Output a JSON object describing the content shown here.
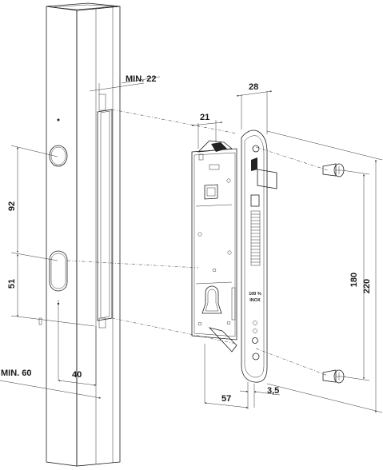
{
  "dimensions": {
    "min_22": "MIN. 22",
    "d28": "28",
    "d21": "21",
    "d92": "92",
    "d51": "51",
    "d180": "180",
    "d220": "220",
    "min_60": "MIN. 60",
    "d40": "40",
    "d57": "57",
    "d3_5": "3,5"
  },
  "faceplate_marking": {
    "line1": "100 %",
    "line2": "INOX"
  },
  "colors": {
    "line": "#222222",
    "background": "#ffffff",
    "shade": "#e9e9e9"
  }
}
